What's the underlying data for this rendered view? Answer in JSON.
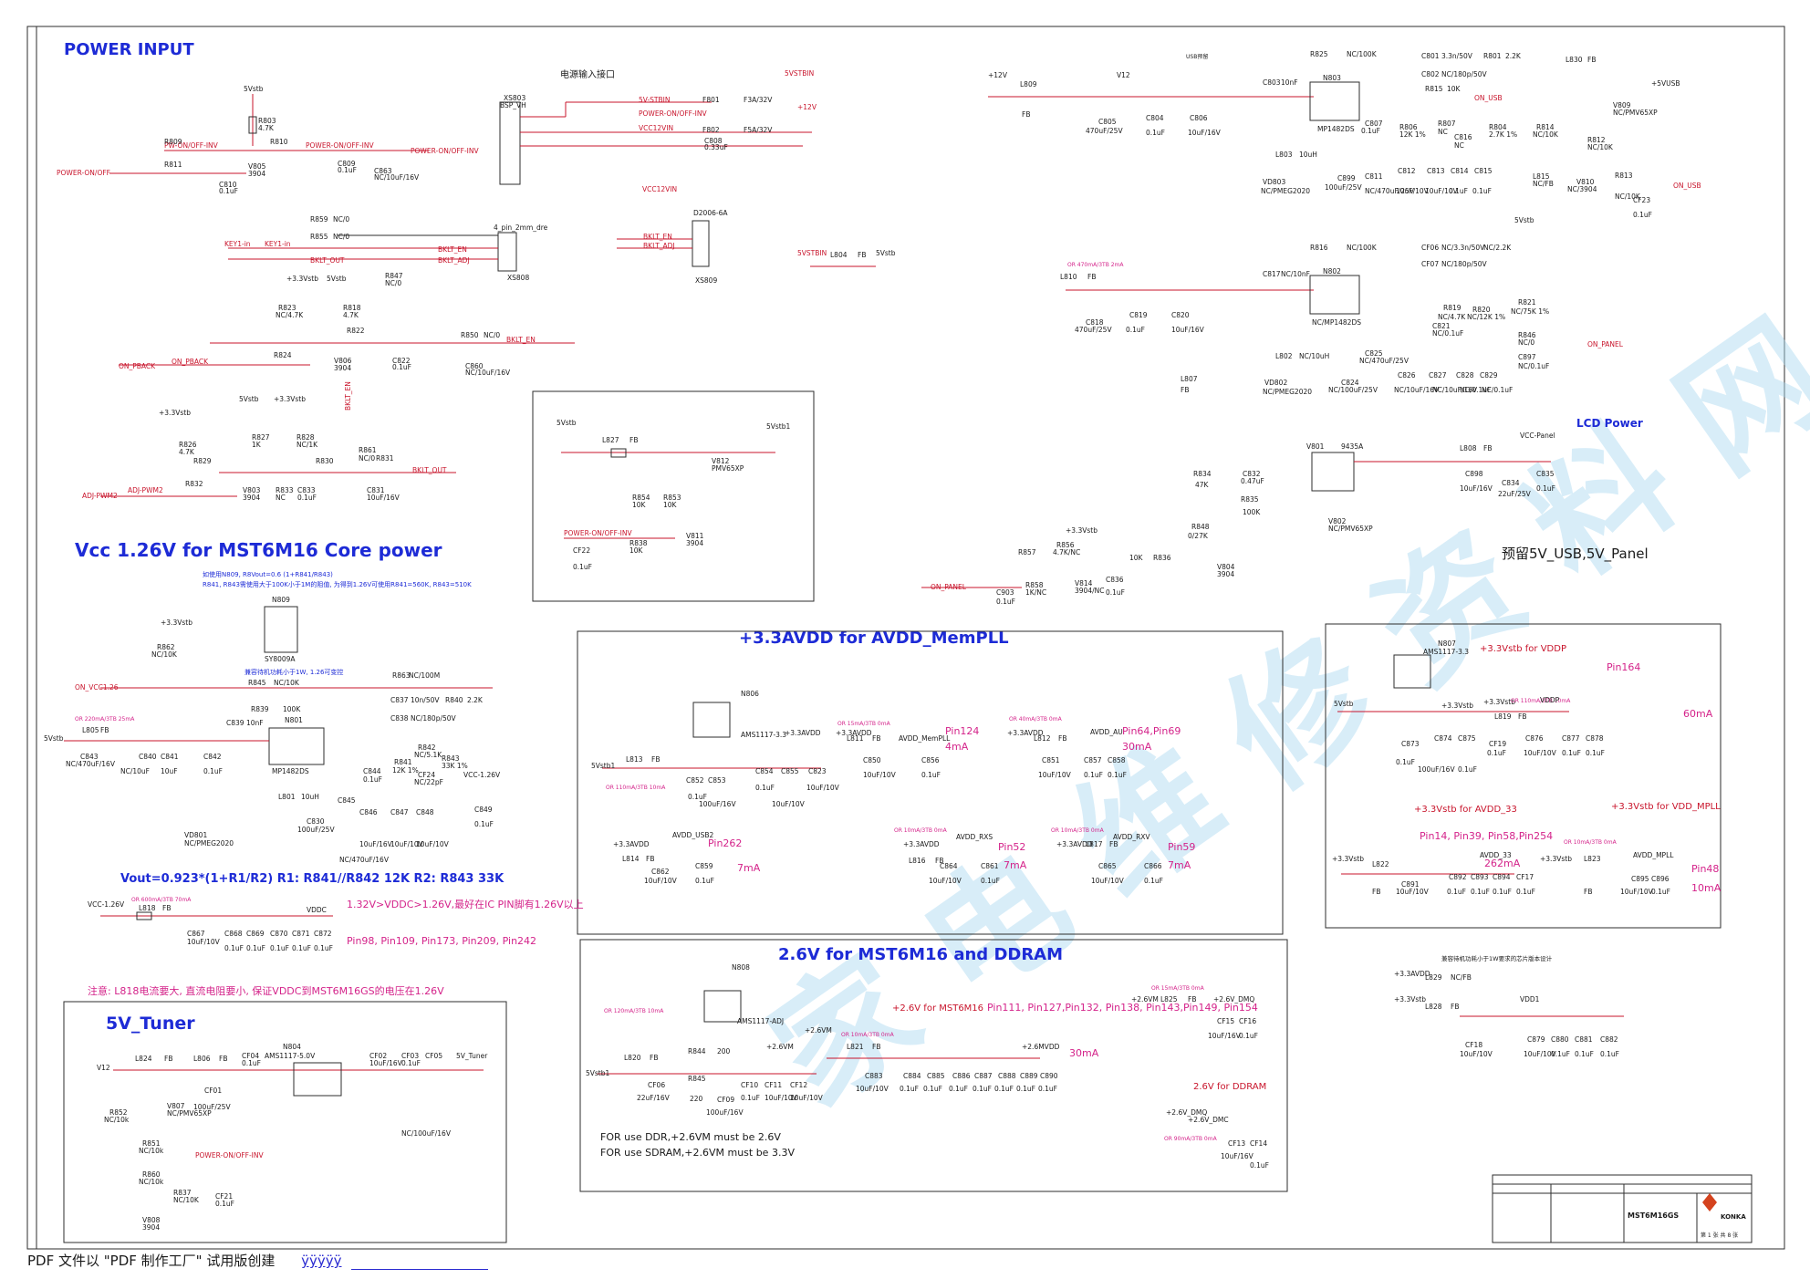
{
  "sections": {
    "power_input": "POWER INPUT",
    "vcc_core": "Vcc 1.26V for MST6M16 Core power",
    "avdd": "+3.3AVDD for  AVDD_MemPLL",
    "mst26": "2.6V for MST6M16  and  DDRAM",
    "tuner": "5V_Tuner",
    "lcd_power": "LCD Power",
    "reserve": "预留5V_USB,5V_Panel"
  },
  "notes": {
    "power_if": "电源输入接口",
    "usb_reserve": "USB预留",
    "vout_formula": "Vout=0.923*(1+R1/R2)  R1: R841//R842 12K  R2: R843 33K",
    "vddc_range": "1.32V>VDDC>1.26V,最好在IC PIN脚有1.26V以上",
    "vddc_pins": "Pin98, Pin109, Pin173, Pin209, Pin242",
    "warning": "注意: L818电流要大, 直流电阻要小, 保证VDDC到MST6M16GS的电压在1.26V",
    "for_ddr": "FOR use DDR,+2.6VM must be 2.6V",
    "for_sdram": "FOR use SDRAM,+2.6VM must be 3.3V",
    "mst_pins": "Pin111, Pin127,Pin132, Pin138, Pin143,Pin149, Pin154",
    "mst_30ma": "30mA",
    "ddr_label": "2.6V for DDRAM",
    "mst_plus": "+2.6V for MST6M16",
    "vddp": "+3.3Vstb for VDDP",
    "avdd33": "+3.3Vstb for AVDD_33",
    "vdd_mpll": "+3.3Vstb for VDD_MPLL",
    "pin124": "Pin124",
    "ma4": "4mA",
    "pin6469": "Pin64,Pin69",
    "ma30": "30mA",
    "pin262": "Pin262",
    "ma7a": "7mA",
    "pin52": "Pin52",
    "ma7b": "7mA",
    "pin59": "Pin59",
    "ma7c": "7mA",
    "pin164": "Pin164",
    "ma60": "60mA",
    "pin_list": "Pin14, Pin39, Pin58,Pin254",
    "ma262": "262mA",
    "pin48": "Pin48",
    "ma10": "10mA",
    "n809_note": "如使用N809, R8Vout=0.6 (1+R841/R843)",
    "n809_note2": "R841, R843需使用大于100K小于1M的阻值, 为得到1.26V可使用R841=560K, R843=510K",
    "adj_note": "兼容待机功耗小于1W, 1.26可变控",
    "stb_note": "兼容待机功耗小于1W要求的芯片版本设计"
  },
  "nets": {
    "v5stb": "5Vstb",
    "v5vstbin": "5VSTBIN",
    "v12": "+12V",
    "v33stb": "+3.3Vstb",
    "v33avdd": "+3.3AVDD",
    "power_on": "POWER-ON/OFF",
    "pw_on_inv": "PW-ON/OFF-INV",
    "power_on_inv": "POWER-ON/OFF-INV",
    "key1": "KEY1-in",
    "bklt_en": "BKLT_EN",
    "bklt_adj": "BKLT_ADJ",
    "bklt_out": "BKLT_OUT",
    "on_pback": "ON_PBACK",
    "adj_pwm": "ADJ-PWM2",
    "on_panel": "ON_PANEL",
    "on_usb": "ON_USB",
    "v5vusb": "+5VUSB",
    "vcc_panel": "VCC-Panel",
    "vcc126": "VCC-1.26V",
    "on_vcc126": "ON_VCC1.26",
    "vddc": "VDDC",
    "v5tuner": "5V_Tuner",
    "v26vm": "+2.6VM",
    "v26dmq": "+2.6V_DMQ",
    "v26dmc": "+2.6V_DMC",
    "vdd1": "VDD1",
    "avdd_mempll": "AVDD_MemPLL",
    "avdd_au": "AVDD_AU",
    "avdd_usb2": "AVDD_USB2",
    "avdd_rxs": "AVDD_RXS",
    "avdd_rxv": "AVDD_RXV",
    "avdd_33": "AVDD_33",
    "avdd_mpll": "AVDD_MPLL",
    "vddp_net": "VDDP",
    "v12small": "V12",
    "v5vstbl": "5Vstb1",
    "vcc12vin": "VCC12VIN",
    "stbin": "5V-STBIN"
  },
  "parts": {
    "n803": "N803",
    "mp1482": "MP1482DS",
    "n802": "N802",
    "n801": "N801",
    "n809": "N809",
    "sy8009a": "SY8009A",
    "n806": "N806",
    "ams33": "AMS1117-3.3",
    "n807": "N807",
    "n808": "N808",
    "amsadj": "AMS1117-ADJ",
    "n804": "N804",
    "ams50": "AMS1117-5.0V",
    "v801": "V801",
    "q9435": "9435A",
    "xs803": "XS803",
    "xs808": "XS808",
    "xs809": "XS809",
    "d2006": "D2006-6A",
    "pin4": "4_pin_2mm_dre",
    "bsp": "BSP_VH",
    "vd803": "VD803",
    "vd802": "VD802",
    "vd801": "VD801",
    "pmeg": "NC/PMEG2020",
    "v812": "V812",
    "pmv65": "PMV65XP",
    "v809": "V809",
    "v807": "V807",
    "v802": "V802",
    "v811": "V811",
    "t3904": "3904"
  },
  "title_block": {
    "part_no": "MST6M16GS",
    "brand": "KONKA",
    "sheet": "第 1 张  共 8 张"
  },
  "footer": {
    "text": "PDF  文件以 \"PDF  制作工厂\" 试用版创建",
    "tail": "ÿÿÿÿÿ"
  },
  "colors": {
    "title": "#1d2bd6",
    "wire": "#c8142b",
    "note": "#d4238a",
    "watermark": "#a9d9f1"
  }
}
